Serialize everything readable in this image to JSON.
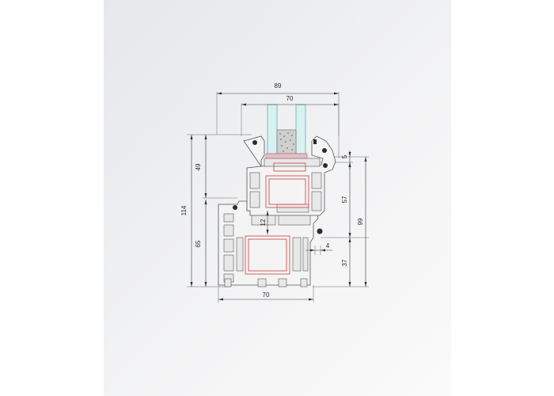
{
  "dimensions": {
    "frame_depth": "89",
    "sash_depth": "70",
    "bottom_depth": "70",
    "total_height": "114",
    "sash_height": "49",
    "frame_height": "65",
    "overlap": "5",
    "rebate_height": "57",
    "right_total": "99",
    "lower_height": "37",
    "gap": "12",
    "small_offset": "4"
  },
  "colors": {
    "profile": "#f4f4f4",
    "reinforcement": "#d05050",
    "glass": "#d9f1f1",
    "gasket": "#2a2a2a"
  }
}
